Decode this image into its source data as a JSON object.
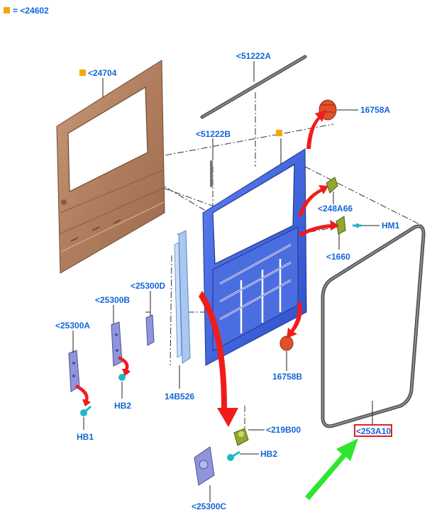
{
  "legend": {
    "swatch_color": "#f5a800",
    "text": "= <24602"
  },
  "colors": {
    "outer_panel": "#b58463",
    "inner_panel": "#3d62d6",
    "guide": "#a9c7ef",
    "seal": "#555555",
    "bumper": "#e2502a",
    "bracket": "#7f9a2a",
    "clip": "#20b8c8",
    "hinge": "#8f95d8",
    "red_arrow": "#f01c1c",
    "green_arrow": "#2ee62e",
    "callout": "#1565d8",
    "marker": "#f5a800"
  },
  "callouts": {
    "c24704": "<24704",
    "c51222A": "<51222A",
    "c51222B": "<51222B",
    "c16758A": "16758A",
    "c248A66": "<248A66",
    "cHM1": "HM1",
    "c1660": "<1660",
    "c25300D": "<25300D",
    "c25300B": "<25300B",
    "c25300A": "<25300A",
    "c16758B": "16758B",
    "cHB2a": "HB2",
    "cHB1": "HB1",
    "c14B526": "14B526",
    "c219B00": "<219B00",
    "cHB2b": "HB2",
    "c253A10": "<253A10",
    "c25300C": "<25300C"
  },
  "highlighted_part": "<253A10"
}
